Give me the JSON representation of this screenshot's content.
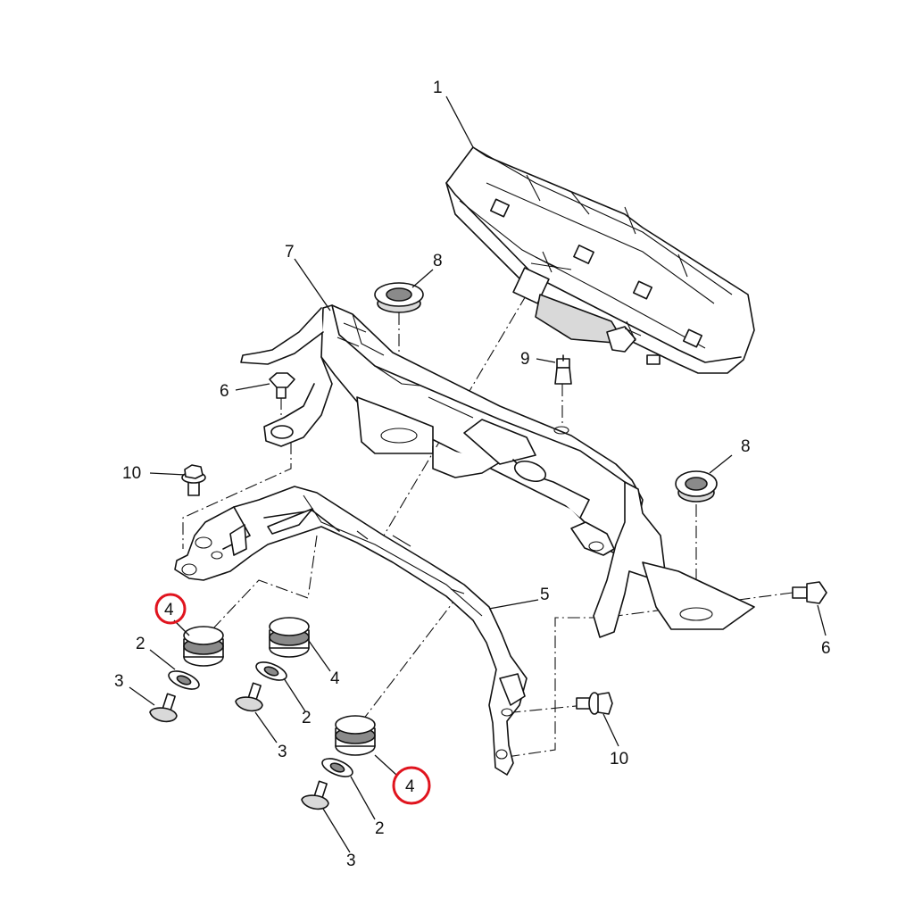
{
  "callouts": {
    "c1": "1",
    "c2a": "2",
    "c2b": "2",
    "c2c": "2",
    "c3a": "3",
    "c3b": "3",
    "c3c": "3",
    "c4a": "4",
    "c4b": "4",
    "c4c": "4",
    "c5": "5",
    "c6a": "6",
    "c6b": "6",
    "c7": "7",
    "c8a": "8",
    "c8b": "8",
    "c9": "9",
    "c10a": "10",
    "c10b": "10"
  },
  "colors": {
    "highlight": "#e0141e",
    "line": "#111111",
    "background": "#ffffff"
  }
}
